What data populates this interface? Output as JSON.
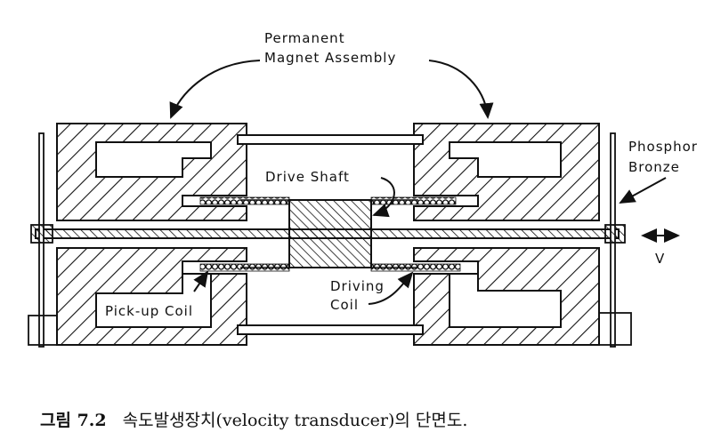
{
  "figure": {
    "labels": {
      "magnet_line1": "Permanent",
      "magnet_line2": "Magnet Assembly",
      "drive_shaft": "Drive Shaft",
      "phosphor_line1": "Phosphor",
      "phosphor_line2": "Bronze",
      "driving_line1": "Driving",
      "driving_line2": "Coil",
      "pickup": "Pick-up Coil",
      "velocity": "V"
    },
    "colors": {
      "ink": "#111111",
      "background": "#ffffff"
    }
  },
  "caption": {
    "number": "그림 7.2",
    "text": "속도발생장치(velocity transducer)의 단면도."
  }
}
